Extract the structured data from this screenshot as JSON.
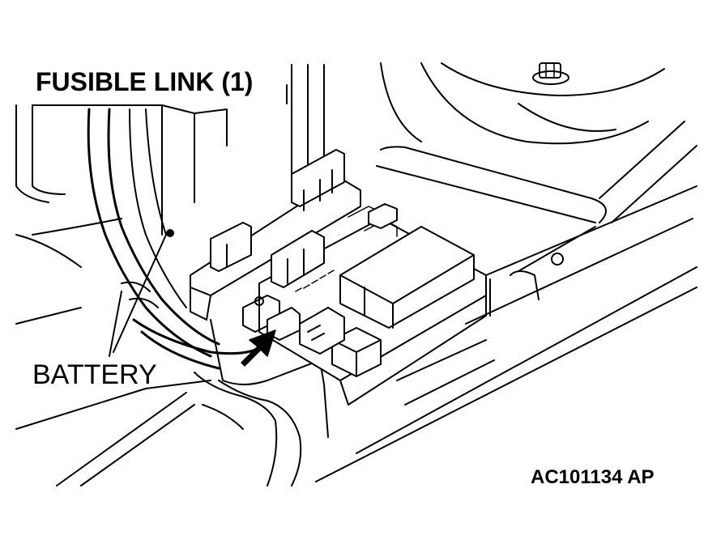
{
  "labels": {
    "fusible_link": "FUSIBLE LINK (1)",
    "battery": "BATTERY",
    "figure_code": "AC101134 AP"
  },
  "colors": {
    "ink": "#000000",
    "paper": "#ffffff"
  }
}
